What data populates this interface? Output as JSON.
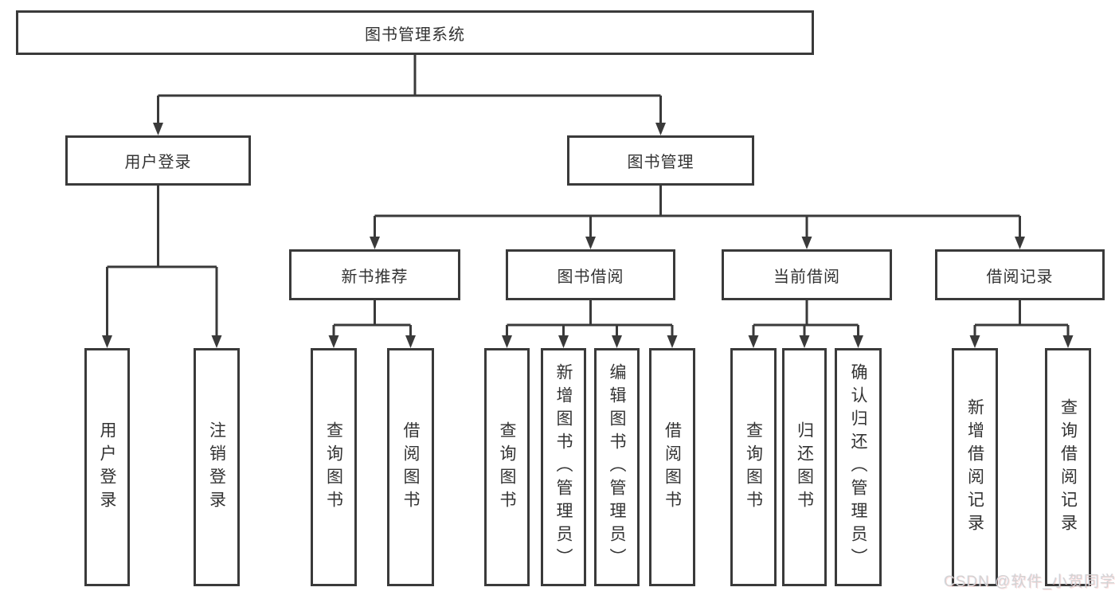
{
  "colors": {
    "line_and_border": "#3a3a3a",
    "text": "#333333",
    "background": "#ffffff",
    "watermark_text": "#d3d3d3"
  },
  "watermark": {
    "text": "CSDN @软件_小贺同学"
  },
  "tree": {
    "root": {
      "label": "图书管理系统"
    },
    "children": [
      {
        "label": "用户登录",
        "children": [
          {
            "label": "用户登录"
          },
          {
            "label": "注销登录"
          }
        ]
      },
      {
        "label": "图书管理",
        "children": [
          {
            "label": "新书推荐",
            "children": [
              {
                "label": "查询图书"
              },
              {
                "label": "借阅图书"
              }
            ]
          },
          {
            "label": "图书借阅",
            "children": [
              {
                "label": "查询图书"
              },
              {
                "label": "新增图书（管理员）"
              },
              {
                "label": "编辑图书（管理员）"
              },
              {
                "label": "借阅图书"
              }
            ]
          },
          {
            "label": "当前借阅",
            "children": [
              {
                "label": "查询图书"
              },
              {
                "label": "归还图书"
              },
              {
                "label": "确认归还（管理员）"
              }
            ]
          },
          {
            "label": "借阅记录",
            "children": [
              {
                "label": "新增借阅记录"
              },
              {
                "label": "查询借阅记录"
              }
            ]
          }
        ]
      }
    ]
  }
}
